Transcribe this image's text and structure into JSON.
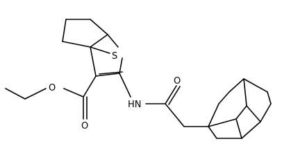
{
  "molecule": {
    "atom_labels": {
      "sulfur": "S",
      "ester_carbonyl_oxygen": "O",
      "ester_ether_oxygen": "O",
      "amide_nitrogen": "HN",
      "amide_oxygen": "O"
    },
    "colors": {
      "bond": "#000000",
      "label": "#000000",
      "background": "#ffffff"
    }
  }
}
